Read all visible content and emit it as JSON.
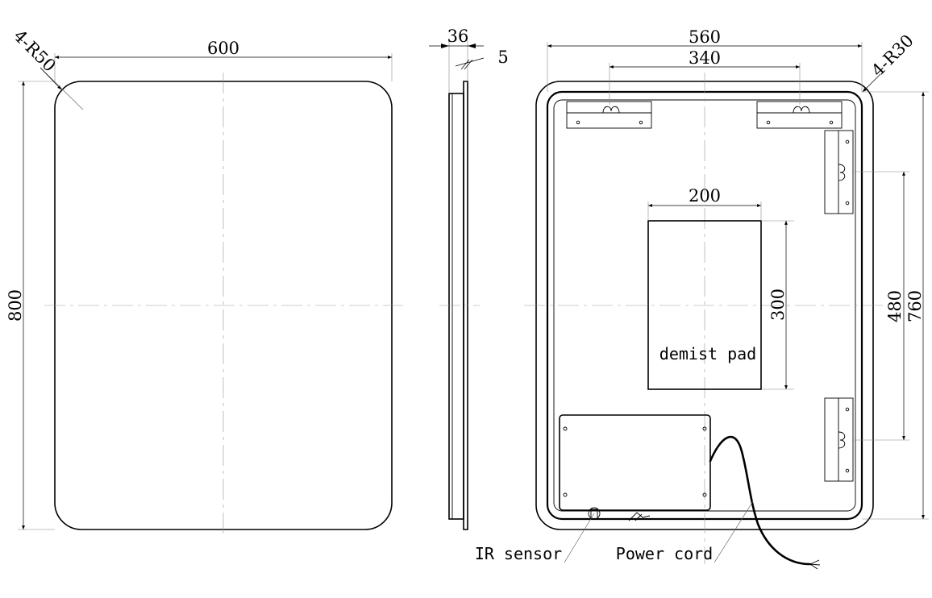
{
  "front_view": {
    "width_label": "600",
    "height_label": "800",
    "corner_label": "4-R50"
  },
  "side_view": {
    "depth_label": "36",
    "glass_label": "5"
  },
  "back_view": {
    "width_label": "560",
    "bracket_span_label": "340",
    "corner_label": "4-R30",
    "vertical_bracket_span_label": "480",
    "inner_height_label": "760",
    "pad_width_label": "200",
    "pad_height_label": "300",
    "pad_label": "demist pad",
    "ir_sensor_label": "IR sensor",
    "power_cord_label": "Power cord"
  }
}
